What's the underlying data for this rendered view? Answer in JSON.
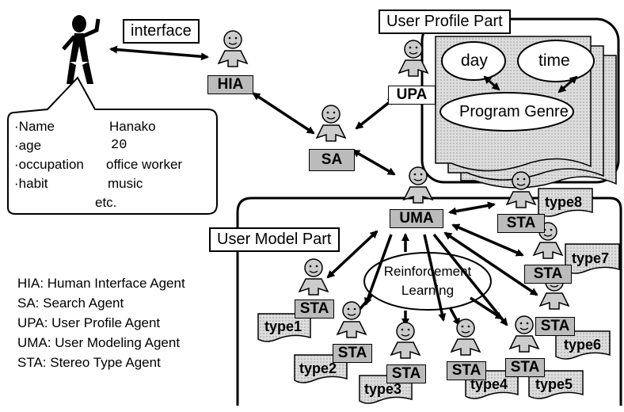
{
  "labels": {
    "interface": "interface",
    "user_profile_part": "User Profile Part",
    "user_model_part": "User Model Part",
    "day": "day",
    "time": "time",
    "program_genre": "Program Genre",
    "reinforcement_line1": "Reinforcement",
    "reinforcement_line2": "Learning"
  },
  "agents": {
    "hia": "HIA",
    "sa": "SA",
    "upa": "UPA",
    "uma": "UMA",
    "sta": "STA"
  },
  "types": [
    "type1",
    "type2",
    "type3",
    "type4",
    "type5",
    "type6",
    "type7",
    "type8"
  ],
  "profile": {
    "rows": [
      {
        "key": "·Name",
        "value": "Hanako"
      },
      {
        "key": "·age",
        "value": "20"
      },
      {
        "key": "·occupation",
        "value": "office worker"
      },
      {
        "key": "·habit",
        "value": "music"
      }
    ],
    "etc": "etc."
  },
  "legend": [
    "HIA: Human Interface Agent",
    "SA: Search Agent",
    "UPA: User Profile Agent",
    "UMA: User Modeling Agent",
    "STA: Stereo Type Agent"
  ],
  "colors": {
    "agent_fill": "#bbbbbb",
    "ellipse_fill": "#ffffff",
    "stroke": "#000000"
  },
  "icons": {
    "agent": "agent-figure-icon",
    "user": "human-user-icon"
  }
}
